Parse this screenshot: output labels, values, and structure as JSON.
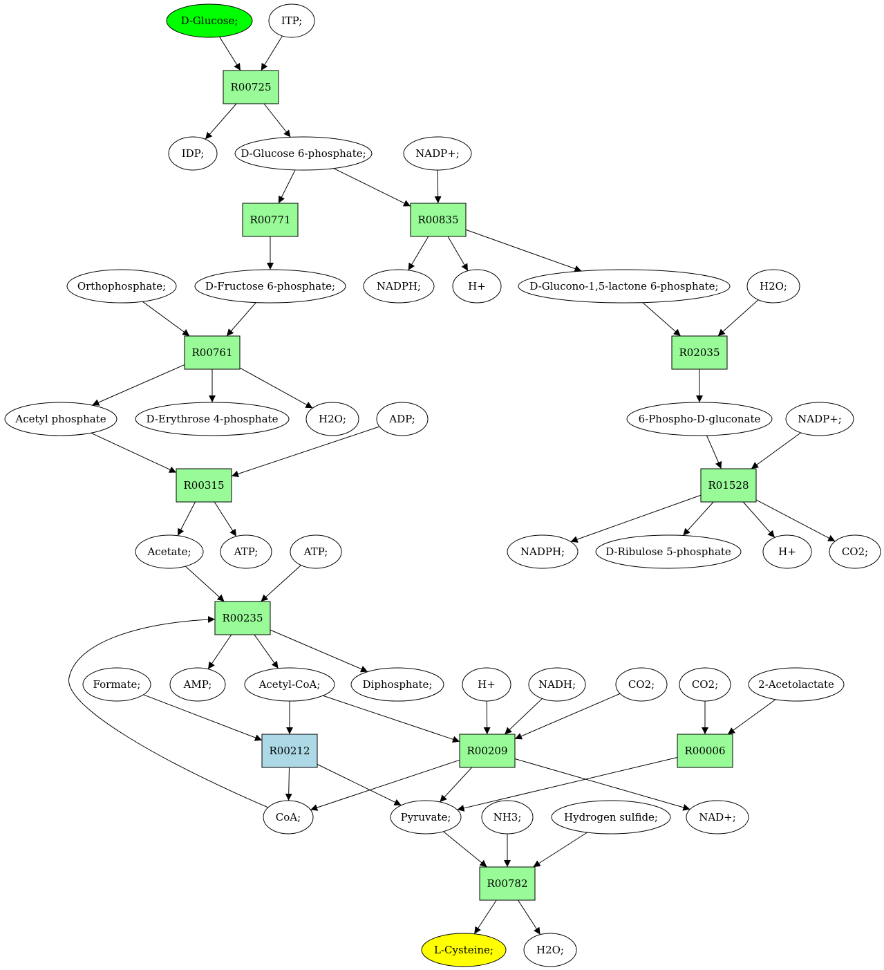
{
  "colors": {
    "reaction": "#98fb98",
    "reaction_alt": "#add8e6",
    "source": "#00ff00",
    "target": "#ffff00",
    "compound": "#ffffff"
  },
  "nodes": [
    {
      "id": "glucose",
      "label": "D-Glucose;",
      "kind": "compound",
      "fill": "source"
    },
    {
      "id": "itp",
      "label": "ITP;",
      "kind": "compound"
    },
    {
      "id": "r00725",
      "label": "R00725",
      "kind": "reaction"
    },
    {
      "id": "idp",
      "label": "IDP;",
      "kind": "compound"
    },
    {
      "id": "g6p",
      "label": "D-Glucose 6-phosphate;",
      "kind": "compound"
    },
    {
      "id": "nadp1",
      "label": "NADP+;",
      "kind": "compound"
    },
    {
      "id": "r00771",
      "label": "R00771",
      "kind": "reaction"
    },
    {
      "id": "r00835",
      "label": "R00835",
      "kind": "reaction"
    },
    {
      "id": "ortho",
      "label": "Orthophosphate;",
      "kind": "compound"
    },
    {
      "id": "f6p",
      "label": "D-Fructose 6-phosphate;",
      "kind": "compound"
    },
    {
      "id": "nadph1",
      "label": "NADPH;",
      "kind": "compound"
    },
    {
      "id": "hplus1",
      "label": "H+",
      "kind": "compound"
    },
    {
      "id": "glucono",
      "label": "D-Glucono-1,5-lactone 6-phosphate;",
      "kind": "compound"
    },
    {
      "id": "h2o1",
      "label": "H2O;",
      "kind": "compound"
    },
    {
      "id": "r00761",
      "label": "R00761",
      "kind": "reaction"
    },
    {
      "id": "r02035",
      "label": "R02035",
      "kind": "reaction"
    },
    {
      "id": "acetylp",
      "label": "Acetyl phosphate",
      "kind": "compound"
    },
    {
      "id": "e4p",
      "label": "D-Erythrose 4-phosphate",
      "kind": "compound"
    },
    {
      "id": "h2o2",
      "label": "H2O;",
      "kind": "compound"
    },
    {
      "id": "adp",
      "label": "ADP;",
      "kind": "compound"
    },
    {
      "id": "pgluc",
      "label": "6-Phospho-D-gluconate",
      "kind": "compound"
    },
    {
      "id": "nadp2",
      "label": "NADP+;",
      "kind": "compound"
    },
    {
      "id": "r00315",
      "label": "R00315",
      "kind": "reaction"
    },
    {
      "id": "r01528",
      "label": "R01528",
      "kind": "reaction"
    },
    {
      "id": "acetate",
      "label": "Acetate;",
      "kind": "compound"
    },
    {
      "id": "atp1",
      "label": "ATP;",
      "kind": "compound"
    },
    {
      "id": "atp2",
      "label": "ATP;",
      "kind": "compound"
    },
    {
      "id": "nadph2",
      "label": "NADPH;",
      "kind": "compound"
    },
    {
      "id": "ribulose",
      "label": "D-Ribulose 5-phosphate",
      "kind": "compound"
    },
    {
      "id": "hplus2",
      "label": "H+",
      "kind": "compound"
    },
    {
      "id": "co2a",
      "label": "CO2;",
      "kind": "compound"
    },
    {
      "id": "r00235",
      "label": "R00235",
      "kind": "reaction"
    },
    {
      "id": "formate",
      "label": "Formate;",
      "kind": "compound"
    },
    {
      "id": "amp",
      "label": "AMP;",
      "kind": "compound"
    },
    {
      "id": "acoa",
      "label": "Acetyl-CoA;",
      "kind": "compound"
    },
    {
      "id": "dipho",
      "label": "Diphosphate;",
      "kind": "compound"
    },
    {
      "id": "hplus3",
      "label": "H+",
      "kind": "compound"
    },
    {
      "id": "nadh",
      "label": "NADH;",
      "kind": "compound"
    },
    {
      "id": "co2b",
      "label": "CO2;",
      "kind": "compound"
    },
    {
      "id": "co2c",
      "label": "CO2;",
      "kind": "compound"
    },
    {
      "id": "acetolac",
      "label": "2-Acetolactate",
      "kind": "compound"
    },
    {
      "id": "r00212",
      "label": "R00212",
      "kind": "reaction",
      "fill": "reaction_alt"
    },
    {
      "id": "r00209",
      "label": "R00209",
      "kind": "reaction"
    },
    {
      "id": "r00006",
      "label": "R00006",
      "kind": "reaction"
    },
    {
      "id": "coa",
      "label": "CoA;",
      "kind": "compound"
    },
    {
      "id": "pyruvate",
      "label": "Pyruvate;",
      "kind": "compound"
    },
    {
      "id": "nh3",
      "label": "NH3;",
      "kind": "compound"
    },
    {
      "id": "h2s",
      "label": "Hydrogen sulfide;",
      "kind": "compound"
    },
    {
      "id": "nadplus",
      "label": "NAD+;",
      "kind": "compound"
    },
    {
      "id": "r00782",
      "label": "R00782",
      "kind": "reaction"
    },
    {
      "id": "cysteine",
      "label": "L-Cysteine;",
      "kind": "compound",
      "fill": "target"
    },
    {
      "id": "h2o3",
      "label": "H2O;",
      "kind": "compound"
    }
  ],
  "edges": [
    [
      "glucose",
      "r00725"
    ],
    [
      "itp",
      "r00725"
    ],
    [
      "r00725",
      "idp"
    ],
    [
      "r00725",
      "g6p"
    ],
    [
      "g6p",
      "r00771"
    ],
    [
      "g6p",
      "r00835"
    ],
    [
      "nadp1",
      "r00835"
    ],
    [
      "r00771",
      "f6p"
    ],
    [
      "r00835",
      "nadph1"
    ],
    [
      "r00835",
      "hplus1"
    ],
    [
      "r00835",
      "glucono"
    ],
    [
      "ortho",
      "r00761"
    ],
    [
      "f6p",
      "r00761"
    ],
    [
      "glucono",
      "r02035"
    ],
    [
      "h2o1",
      "r02035"
    ],
    [
      "r00761",
      "acetylp"
    ],
    [
      "r00761",
      "e4p"
    ],
    [
      "r00761",
      "h2o2"
    ],
    [
      "r02035",
      "pgluc"
    ],
    [
      "acetylp",
      "r00315"
    ],
    [
      "adp",
      "r00315"
    ],
    [
      "pgluc",
      "r01528"
    ],
    [
      "nadp2",
      "r01528"
    ],
    [
      "r00315",
      "acetate"
    ],
    [
      "r00315",
      "atp1"
    ],
    [
      "r01528",
      "nadph2"
    ],
    [
      "r01528",
      "ribulose"
    ],
    [
      "r01528",
      "hplus2"
    ],
    [
      "r01528",
      "co2a"
    ],
    [
      "acetate",
      "r00235"
    ],
    [
      "atp2",
      "r00235"
    ],
    [
      "coa",
      "r00235"
    ],
    [
      "r00235",
      "amp"
    ],
    [
      "r00235",
      "acoa"
    ],
    [
      "r00235",
      "dipho"
    ],
    [
      "formate",
      "r00212"
    ],
    [
      "acoa",
      "r00212"
    ],
    [
      "acoa",
      "r00209"
    ],
    [
      "hplus3",
      "r00209"
    ],
    [
      "nadh",
      "r00209"
    ],
    [
      "co2b",
      "r00209"
    ],
    [
      "co2c",
      "r00006"
    ],
    [
      "acetolac",
      "r00006"
    ],
    [
      "r00212",
      "coa"
    ],
    [
      "r00212",
      "pyruvate"
    ],
    [
      "r00209",
      "coa"
    ],
    [
      "r00209",
      "pyruvate"
    ],
    [
      "r00209",
      "nadplus"
    ],
    [
      "r00006",
      "pyruvate"
    ],
    [
      "pyruvate",
      "r00782"
    ],
    [
      "nh3",
      "r00782"
    ],
    [
      "h2s",
      "r00782"
    ],
    [
      "r00782",
      "cysteine"
    ],
    [
      "r00782",
      "h2o3"
    ]
  ]
}
